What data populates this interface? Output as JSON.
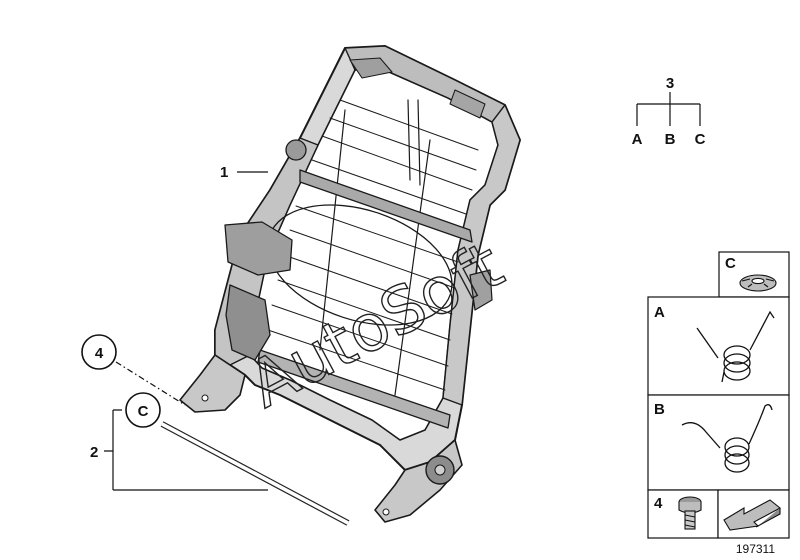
{
  "callouts": {
    "frame": "1",
    "rod": "2",
    "kit": "3",
    "bolt": "4",
    "circle_bolt": "4",
    "circle_clip": "C"
  },
  "tree": {
    "children": [
      "A",
      "B",
      "C"
    ]
  },
  "parts": [
    {
      "key": "C",
      "icon": "speed-clip-icon"
    },
    {
      "key": "A",
      "icon": "torsion-spring-a-icon"
    },
    {
      "key": "B",
      "icon": "torsion-spring-b-icon"
    },
    {
      "key": "4",
      "icon": "torx-bolt-icon"
    }
  ],
  "watermark": "AutoSoft",
  "diagram_number": "197311"
}
